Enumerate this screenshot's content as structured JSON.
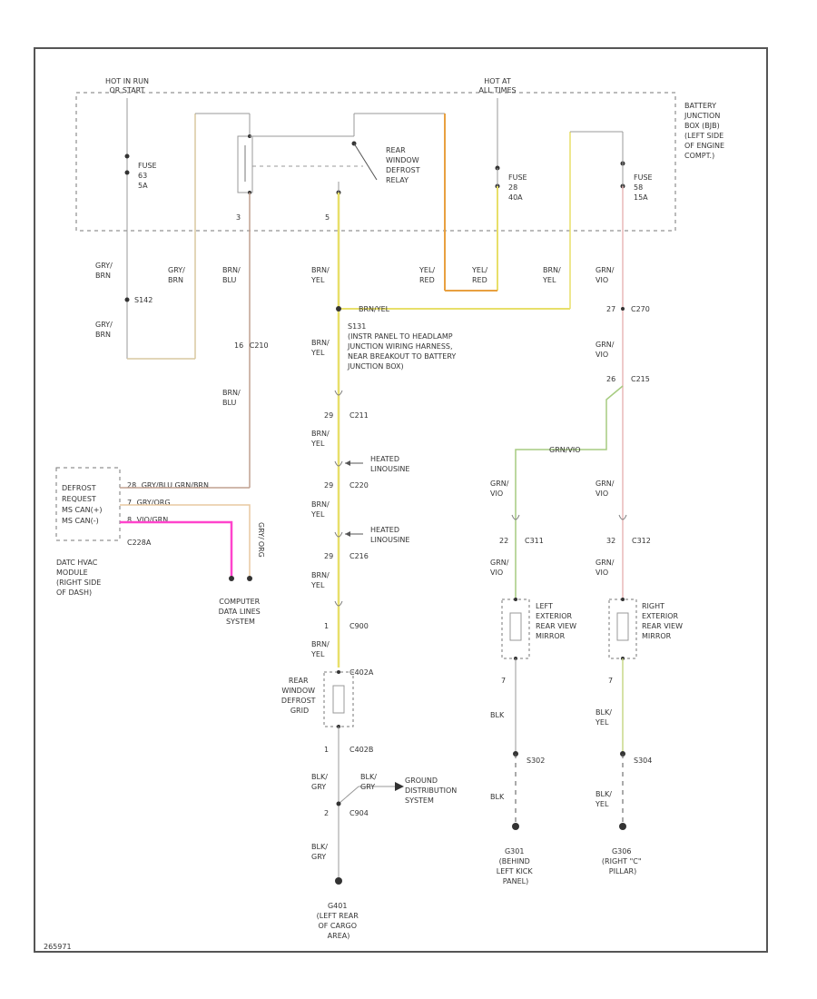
{
  "power": {
    "hot_run": [
      "HOT IN RUN",
      "OR START"
    ],
    "hot_all": [
      "HOT AT",
      "ALL TIMES"
    ],
    "bjb": [
      "BATTERY",
      "JUNCTION",
      "BOX (BJB)",
      "(LEFT SIDE",
      "OF ENGINE",
      "COMPT.)"
    ]
  },
  "fuses": {
    "f1": [
      "FUSE",
      "63",
      "5A"
    ],
    "f2": [
      "FUSE",
      "28",
      "40A"
    ],
    "f3": [
      "FUSE",
      "58",
      "15A"
    ]
  },
  "relay": {
    "label": [
      "REAR",
      "WINDOW",
      "DEFROST",
      "RELAY"
    ],
    "pin_left": "3",
    "pin_right": "5"
  },
  "wires": {
    "gry_brn": [
      "GRY/",
      "BRN"
    ],
    "brn_blu": [
      "BRN/",
      "BLU"
    ],
    "brn_yel": [
      "BRN/",
      "YEL"
    ],
    "yel_red": [
      "YEL/",
      "RED"
    ],
    "grn_vio": [
      "GRN/",
      "VIO"
    ],
    "blk": "BLK",
    "blk_yel": [
      "BLK/",
      "YEL"
    ],
    "blk_gry": [
      "BLK/",
      "GRY"
    ],
    "brn_yel_inline": "BRN/YEL",
    "grn_vio_inline": "GRN/VIO"
  },
  "splice": {
    "s142": "S142",
    "s131": "S131",
    "s131_desc": [
      "(INSTR PANEL TO HEADLAMP",
      "JUNCTION WIRING HARNESS,",
      "NEAR BREAKOUT TO BATTERY",
      "JUNCTION BOX)"
    ],
    "s302": "S302",
    "s304": "S304"
  },
  "connectors": {
    "c210_pin": "16",
    "c210": "C210",
    "c211_pin": "29",
    "c211": "C211",
    "c220_pin": "29",
    "c220": "C220",
    "c216_pin": "29",
    "c216": "C216",
    "c900_pin": "1",
    "c900": "C900",
    "c402a": "C402A",
    "c402b_pin": "1",
    "c402b": "C402B",
    "c904_pin": "2",
    "c904": "C904",
    "c270_pin": "27",
    "c270": "C270",
    "c215_pin": "26",
    "c215": "C215",
    "c311_pin": "22",
    "c311": "C311",
    "c312_pin": "32",
    "c312": "C312",
    "pin7a": "7",
    "pin7b": "7",
    "c228a": "C228A"
  },
  "module": {
    "pins": [
      {
        "no": "28",
        "text": "GRY/BLU  GRN/BRN",
        "label": "DEFROST"
      },
      {
        "no": "7",
        "text": "GRY/ORG",
        "label": "REQUEST"
      },
      {
        "no": "8",
        "text": "VIO/GRN",
        "label": "MS CAN(+)"
      },
      {
        "no": "",
        "text": "",
        "label": "MS CAN(-)"
      }
    ],
    "name": [
      "DATC HVAC",
      "MODULE",
      "(RIGHT SIDE",
      "OF DASH)"
    ],
    "vert_wire": [
      "GRY/",
      "ORG"
    ]
  },
  "systems": {
    "data_lines": [
      "COMPUTER",
      "DATA LINES",
      "SYSTEM"
    ],
    "ground_dist": [
      "GROUND",
      "DISTRIBUTION",
      "SYSTEM"
    ],
    "heated_windshield": [
      "HEATED",
      "LINOUSINE"
    ]
  },
  "components": {
    "grid": [
      "REAR",
      "WINDOW",
      "DEFROST",
      "GRID"
    ],
    "left_mirror": [
      "LEFT",
      "EXTERIOR",
      "REAR VIEW",
      "MIRROR"
    ],
    "right_mirror": [
      "RIGHT",
      "EXTERIOR",
      "REAR VIEW",
      "MIRROR"
    ]
  },
  "grounds": {
    "g401": [
      "G401",
      "(LEFT REAR",
      "OF CARGO",
      "AREA)"
    ],
    "g301": [
      "G301",
      "(BEHIND",
      "LEFT KICK",
      "PANEL)"
    ],
    "g306": [
      "G306",
      "(RIGHT \"C\"",
      "PILLAR)"
    ]
  },
  "footer": "265971",
  "colors": {
    "frame": "#555555",
    "wire": "#999999",
    "yellow": "#e8df6a",
    "orange": "#e8a040",
    "magenta": "#ff44cc",
    "green": "#a6cc80",
    "tan": "#d8c8a0",
    "brown": "#c0a090",
    "pink": "#e8b8b8"
  }
}
